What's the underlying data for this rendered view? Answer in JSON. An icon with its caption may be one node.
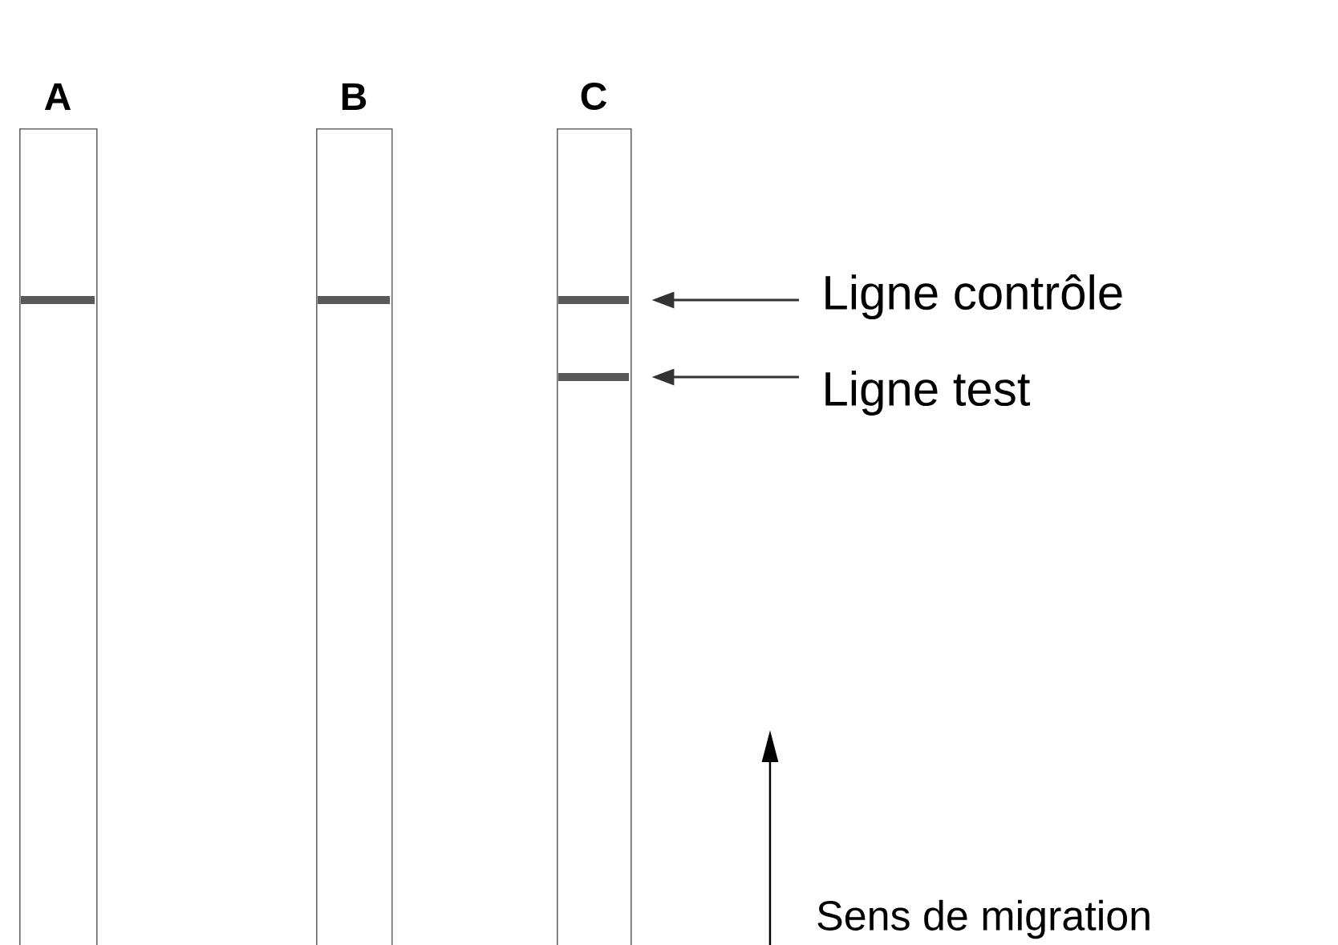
{
  "diagram": {
    "nodes": [
      {
        "text": [
          "A"
        ]
      },
      {
        "text": [
          "B"
        ]
      },
      {
        "text": [
          "C"
        ]
      },
      {
        "text": [],
        "shape": "bar",
        "in": 0
      },
      {
        "text": [],
        "shape": "bar",
        "in": 1
      },
      {
        "text": [],
        "shape": "bar",
        "in": 2
      },
      {
        "text": [],
        "shape": "bar",
        "in": 2
      },
      {
        "text": [
          "Ligne contrôle"
        ]
      },
      {
        "text": [
          "Ligne test"
        ]
      }
    ],
    "edges": [
      {
        "from": 7,
        "to": 5,
        "arrow": "to"
      },
      {
        "from": 8,
        "to": 6,
        "arrow": "to"
      }
    ],
    "labels": [
      "Sens de migration"
    ]
  }
}
